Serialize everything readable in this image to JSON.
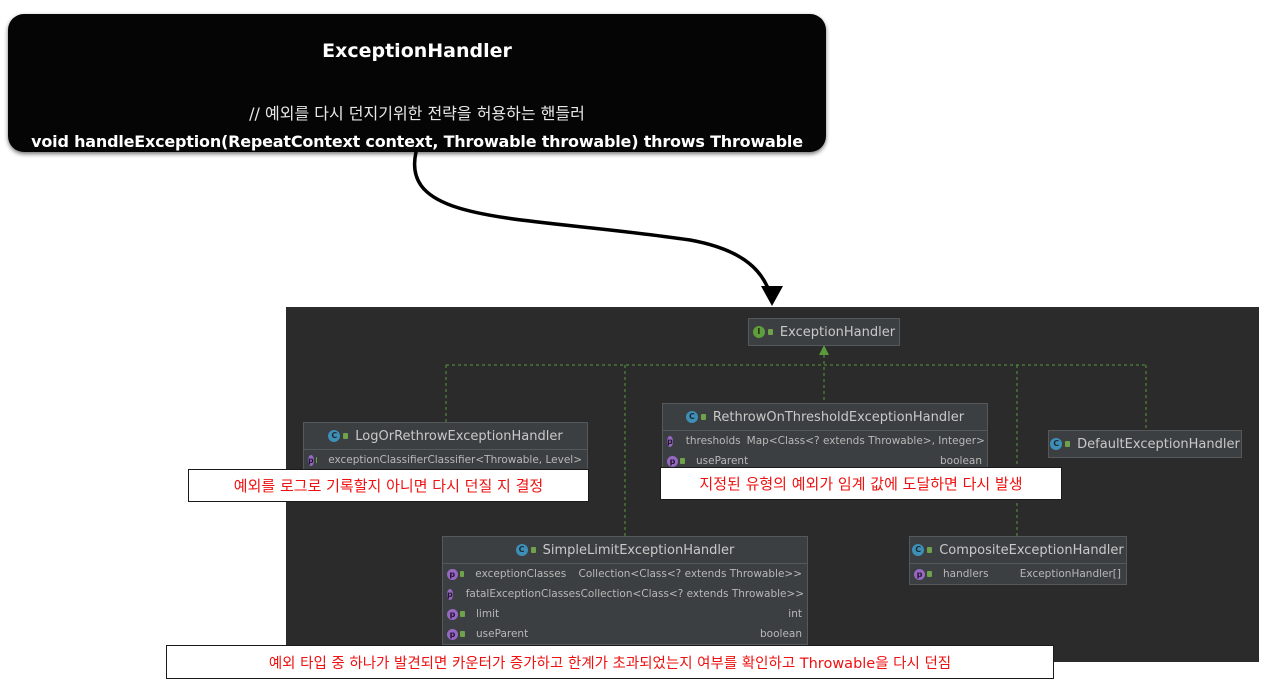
{
  "callout": {
    "title": "ExceptionHandler",
    "comment": "// 예외를 다시 던지기위한 전략을 허용하는 핸들러",
    "signature": "void handleException(RepeatContext context, Throwable throwable) throws Throwable"
  },
  "diagram": {
    "interface": {
      "name": "ExceptionHandler",
      "icon": "interface-icon"
    },
    "classes": {
      "log_or_rethrow": {
        "name": "LogOrRethrowExceptionHandler",
        "fields": [
          {
            "name": "exceptionClassifier",
            "type": "Classifier<Throwable, Level>"
          }
        ]
      },
      "rethrow_on_threshold": {
        "name": "RethrowOnThresholdExceptionHandler",
        "fields": [
          {
            "name": "thresholds",
            "type": "Map<Class<? extends Throwable>, Integer>"
          },
          {
            "name": "useParent",
            "type": "boolean"
          }
        ]
      },
      "default": {
        "name": "DefaultExceptionHandler",
        "fields": []
      },
      "simple_limit": {
        "name": "SimpleLimitExceptionHandler",
        "fields": [
          {
            "name": "exceptionClasses",
            "type": "Collection<Class<? extends Throwable>>"
          },
          {
            "name": "fatalExceptionClasses",
            "type": "Collection<Class<? extends Throwable>>"
          },
          {
            "name": "limit",
            "type": "int"
          },
          {
            "name": "useParent",
            "type": "boolean"
          }
        ]
      },
      "composite": {
        "name": "CompositeExceptionHandler",
        "fields": [
          {
            "name": "handlers",
            "type": "ExceptionHandler[]"
          }
        ]
      }
    }
  },
  "notes": {
    "log_or_rethrow": "예외를 로그로 기록할지 아니면 다시 던질 지 결정",
    "rethrow_on_threshold": "지정된 유형의 예외가 임계 값에 도달하면 다시 발생",
    "simple_limit": "예외 타입 중 하나가 발견되면 카운터가 증가하고 한계가 초과되었는지 여부를 확인하고 Throwable을 다시 던짐"
  },
  "colors": {
    "callout_bg": "#050505",
    "panel_bg": "#2b2b2b",
    "class_box": "#3c3f41",
    "inheritance_line": "#5b9a3c",
    "note_text": "#ee1111"
  }
}
